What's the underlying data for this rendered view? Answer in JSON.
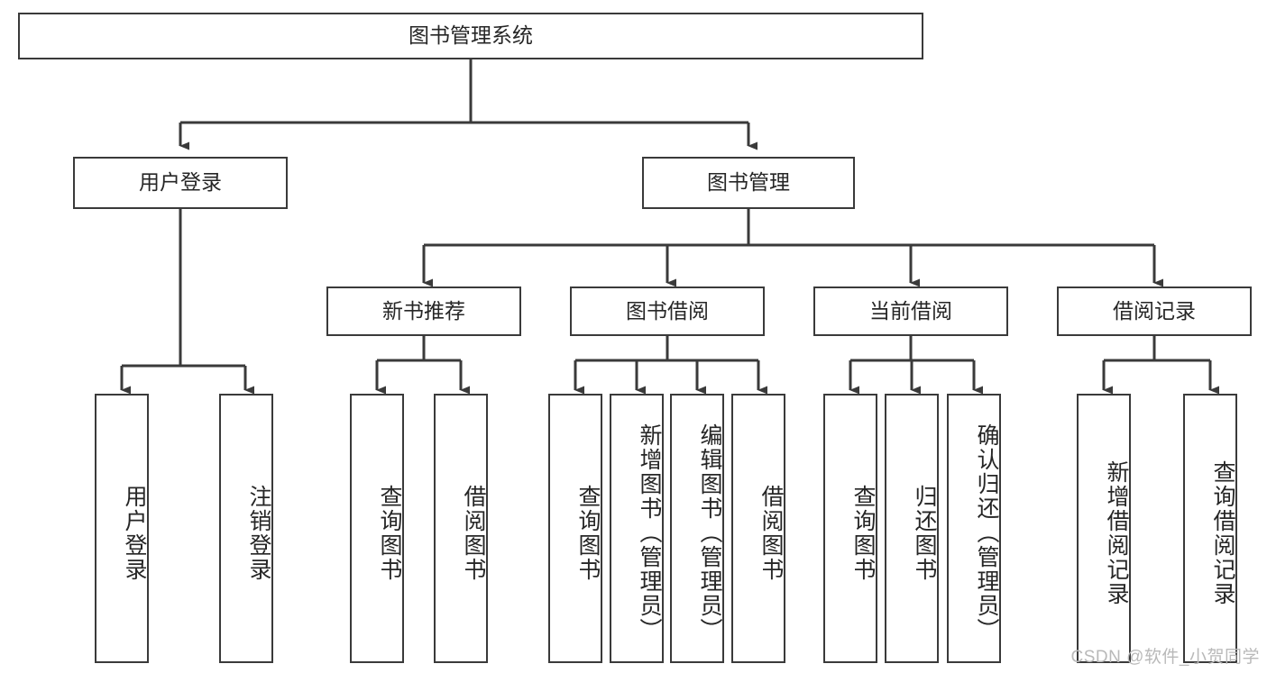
{
  "diagram": {
    "title": "图书管理系统",
    "type": "tree",
    "watermark": "CSDN @软件_小贺同学",
    "colors": {
      "box_border": "#3a3a3a",
      "box_fill": "#ffffff",
      "text": "#262626",
      "edge": "#3a3a3a",
      "watermark": "#b9b9b9"
    },
    "nodes": {
      "root": {
        "label": "图书管理系统",
        "orientation": "horizontal"
      },
      "level2": [
        {
          "label": "用户登录",
          "orientation": "horizontal"
        },
        {
          "label": "图书管理",
          "orientation": "horizontal"
        }
      ],
      "level3": [
        {
          "label": "新书推荐",
          "orientation": "horizontal"
        },
        {
          "label": "图书借阅",
          "orientation": "horizontal"
        },
        {
          "label": "当前借阅",
          "orientation": "horizontal"
        },
        {
          "label": "借阅记录",
          "orientation": "horizontal"
        }
      ],
      "leaves": {
        "user_login": [
          {
            "label": "用户登录",
            "orientation": "vertical"
          },
          {
            "label": "注销登录",
            "orientation": "vertical"
          }
        ],
        "new_book_recommend": [
          {
            "label": "查询图书",
            "orientation": "vertical"
          },
          {
            "label": "借阅图书",
            "orientation": "vertical"
          }
        ],
        "book_borrow": [
          {
            "label": "查询图书",
            "orientation": "vertical"
          },
          {
            "label": "新增图书（管理员）",
            "orientation": "vertical"
          },
          {
            "label": "编辑图书（管理员）",
            "orientation": "vertical"
          },
          {
            "label": "借阅图书",
            "orientation": "vertical"
          }
        ],
        "current_borrow": [
          {
            "label": "查询图书",
            "orientation": "vertical"
          },
          {
            "label": "归还图书",
            "orientation": "vertical"
          },
          {
            "label": "确认归还（管理员）",
            "orientation": "vertical"
          }
        ],
        "borrow_record": [
          {
            "label": "新增借阅记录",
            "orientation": "vertical"
          },
          {
            "label": "查询借阅记录",
            "orientation": "vertical"
          }
        ]
      }
    }
  }
}
